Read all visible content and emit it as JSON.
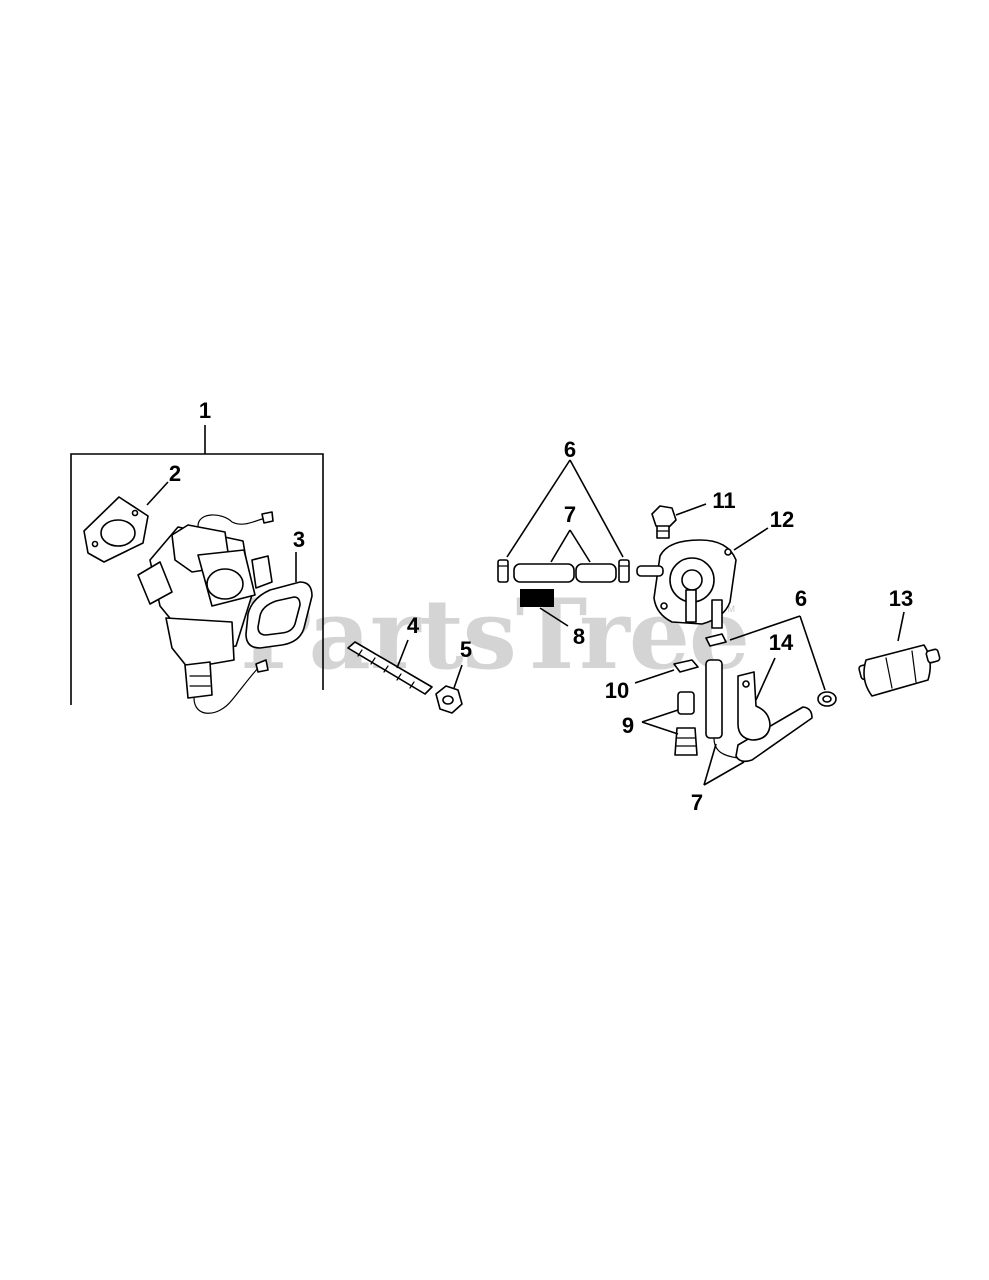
{
  "watermark": {
    "brand": "PartsTree",
    "trademark": "TM"
  },
  "callouts": {
    "c1": "1",
    "c2": "2",
    "c3": "3",
    "c4": "4",
    "c5": "5",
    "c6a": "6",
    "c6b": "6",
    "c7a": "7",
    "c7b": "7",
    "c8": "8",
    "c9": "9",
    "c10": "10",
    "c11": "11",
    "c12": "12",
    "c13": "13",
    "c14": "14"
  },
  "colors": {
    "line": "#000000",
    "watermark": "#d4d4d4",
    "background": "#ffffff"
  }
}
